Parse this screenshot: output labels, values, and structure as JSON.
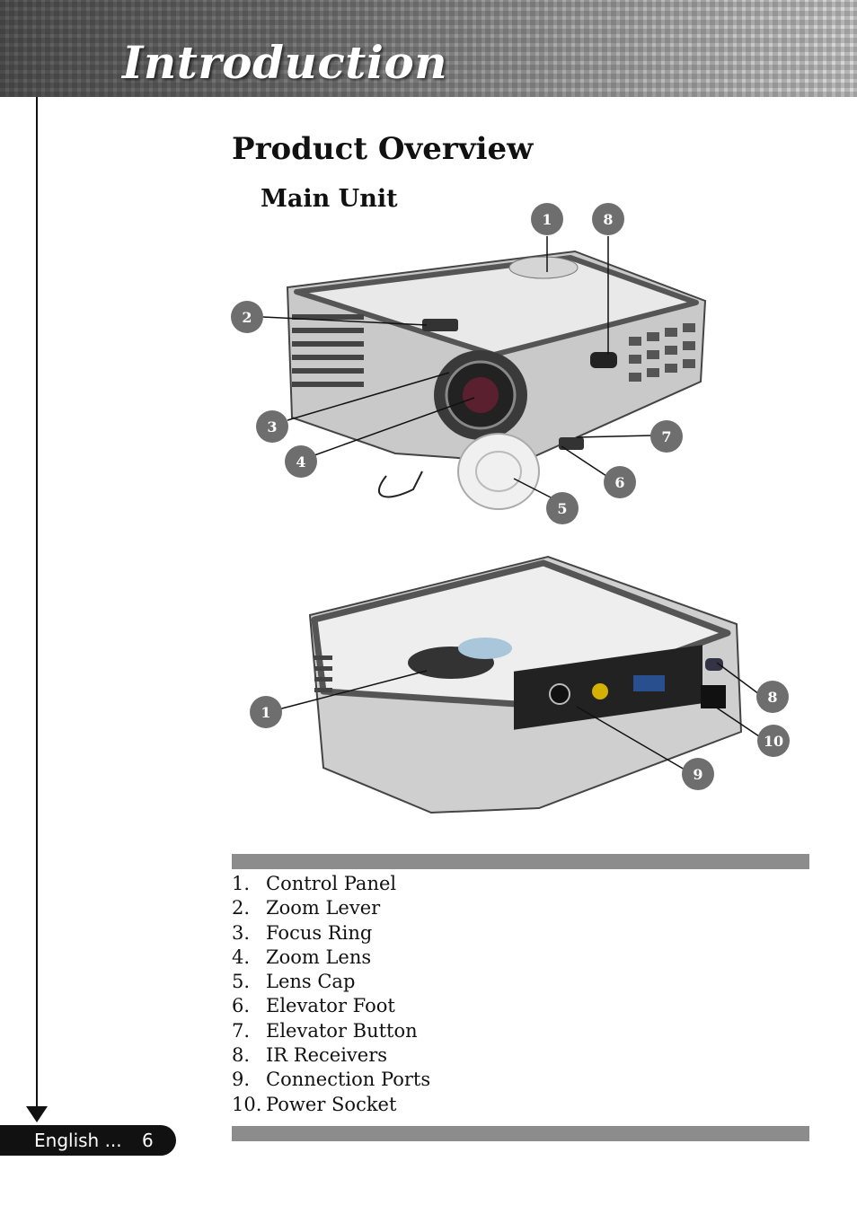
{
  "header": {
    "title": "Introduction"
  },
  "section_title": "Product Overview",
  "subsection_title": "Main Unit",
  "callouts_top": [
    "1",
    "8",
    "2",
    "3",
    "4",
    "7",
    "6",
    "5"
  ],
  "callouts_bottom": [
    "1",
    "8",
    "10",
    "9"
  ],
  "parts": [
    {
      "num": "1.",
      "label": "Control Panel"
    },
    {
      "num": "2.",
      "label": "Zoom  Lever"
    },
    {
      "num": "3.",
      "label": "Focus Ring"
    },
    {
      "num": "4.",
      "label": "Zoom Lens"
    },
    {
      "num": "5.",
      "label": "Lens Cap"
    },
    {
      "num": "6.",
      "label": "Elevator Foot"
    },
    {
      "num": "7.",
      "label": "Elevator Button"
    },
    {
      "num": "8.",
      "label": "IR Receivers"
    },
    {
      "num": "9.",
      "label": "Connection Ports"
    },
    {
      "num": "10.",
      "label": "Power  Socket"
    }
  ],
  "footer": {
    "language": "English ...",
    "page": "6"
  },
  "colors": {
    "callout": "#6e6e6e",
    "bar": "#8c8c8c",
    "footer": "#111111"
  }
}
